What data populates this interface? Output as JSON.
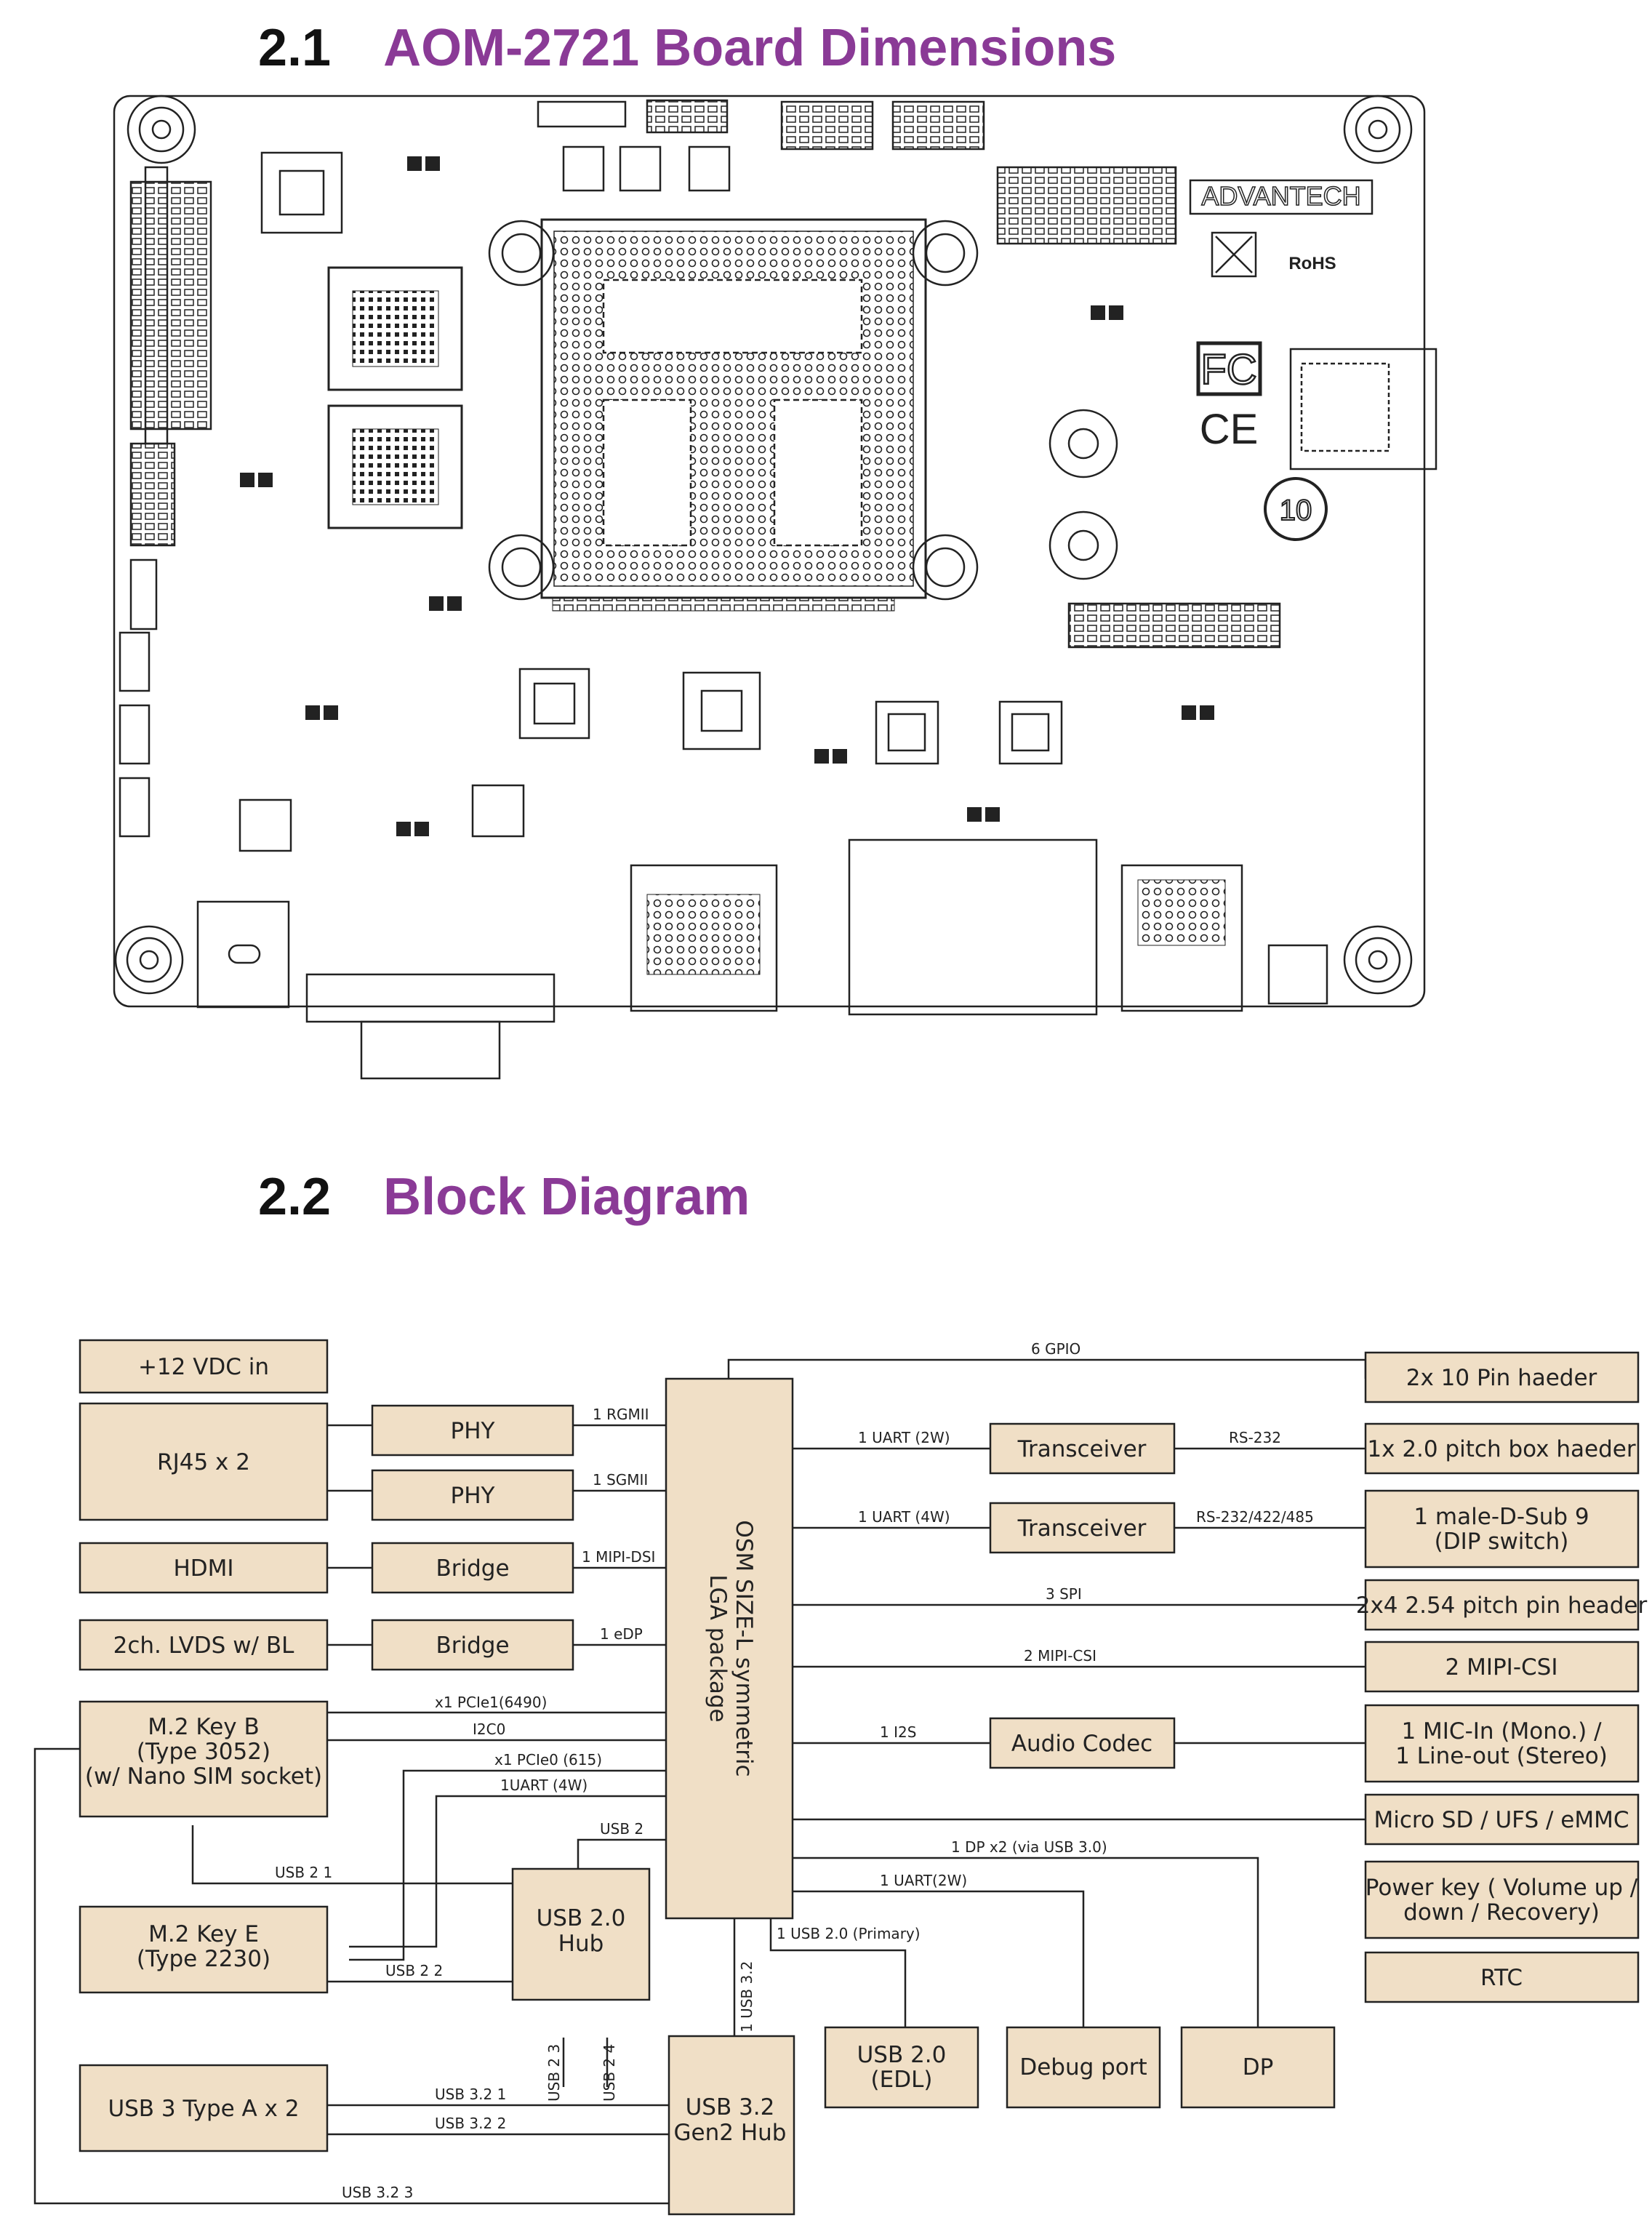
{
  "section1": {
    "number": "2.1",
    "title": "AOM-2721 Board Dimensions"
  },
  "section2": {
    "number": "2.2",
    "title": "Block Diagram"
  },
  "board": {
    "brand": "ADVANTECH",
    "cert_fc": "FC",
    "cert_ce": "CE",
    "rohs": "RoHS",
    "eco_years": "10"
  },
  "colors": {
    "heading_accent": "#8a3a96",
    "block_fill": "#f0dfc6",
    "line": "#222222"
  },
  "blocks": {
    "vdc": "+12 VDC in",
    "rj45": "RJ45 x 2",
    "phy1": "PHY",
    "phy2": "PHY",
    "hdmi": "HDMI",
    "bridge1": "Bridge",
    "lvds": "2ch. LVDS w/ BL",
    "bridge2": "Bridge",
    "m2b": [
      "M.2 Key B",
      "(Type 3052)",
      "(w/ Nano SIM socket)"
    ],
    "m2e": [
      "M.2 Key E",
      "(Type 2230)"
    ],
    "usb_hub": [
      "USB 2.0",
      "Hub"
    ],
    "usb3a": "USB 3 Type A x 2",
    "gen2hub": [
      "USB 3.2",
      "Gen2 Hub"
    ],
    "osm": [
      "OSM SIZE-L symmetric",
      "LGA package"
    ],
    "trans1": "Transceiver",
    "trans2": "Transceiver",
    "codec": "Audio Codec",
    "usb20edl": [
      "USB 2.0",
      "(EDL)"
    ],
    "debug": "Debug port",
    "dp": "DP",
    "hdr10": "2x 10 Pin haeder",
    "boxhdr": "1x 2.0 pitch box haeder",
    "dsub": [
      "1 male-D-Sub 9",
      "(DIP switch)"
    ],
    "pinhdr": "2x4 2.54 pitch pin header",
    "mipicsi": "2 MIPI-CSI",
    "mic": [
      "1 MIC-In (Mono.) /",
      "1 Line-out (Stereo)"
    ],
    "sd": "Micro SD / UFS  / eMMC",
    "pwr": [
      "Power key ( Volume up /",
      "down / Recovery)"
    ],
    "rtc": "RTC"
  },
  "labels": {
    "rgmii": "1 RGMII",
    "sgmii": "1 SGMII",
    "mipidsi": "1 MIPI-DSI",
    "edp": "1 eDP",
    "pcie1": "x1 PCIe1(6490)",
    "i2c0": "I2C0",
    "pcie0": "x1 PCIe0 (615)",
    "uart4": "1UART (4W)",
    "usb2": "USB 2",
    "usb21": "USB 2 1",
    "usb22": "USB  2 2",
    "usb23": "USB  2 3",
    "usb24": "USB  2 4",
    "usb32": "1 USB 3.2",
    "usb321": "USB 3.2 1",
    "usb322": "USB 3.2 2",
    "usb323": "USB 3.2 3",
    "gpio": "6 GPIO",
    "uart2w": "1 UART (2W)",
    "rs232": "RS-232",
    "uart4w": "1 UART (4W)",
    "rs485": "RS-232/422/485",
    "spi": "3 SPI",
    "mipicsi": "2 MIPI-CSI",
    "i2s": "1 I2S",
    "dpx2": "1 DP x2 (via USB 3.0)",
    "uart2w_b": "1 UART(2W)",
    "usbprimary": "1 USB 2.0 (Primary)"
  }
}
